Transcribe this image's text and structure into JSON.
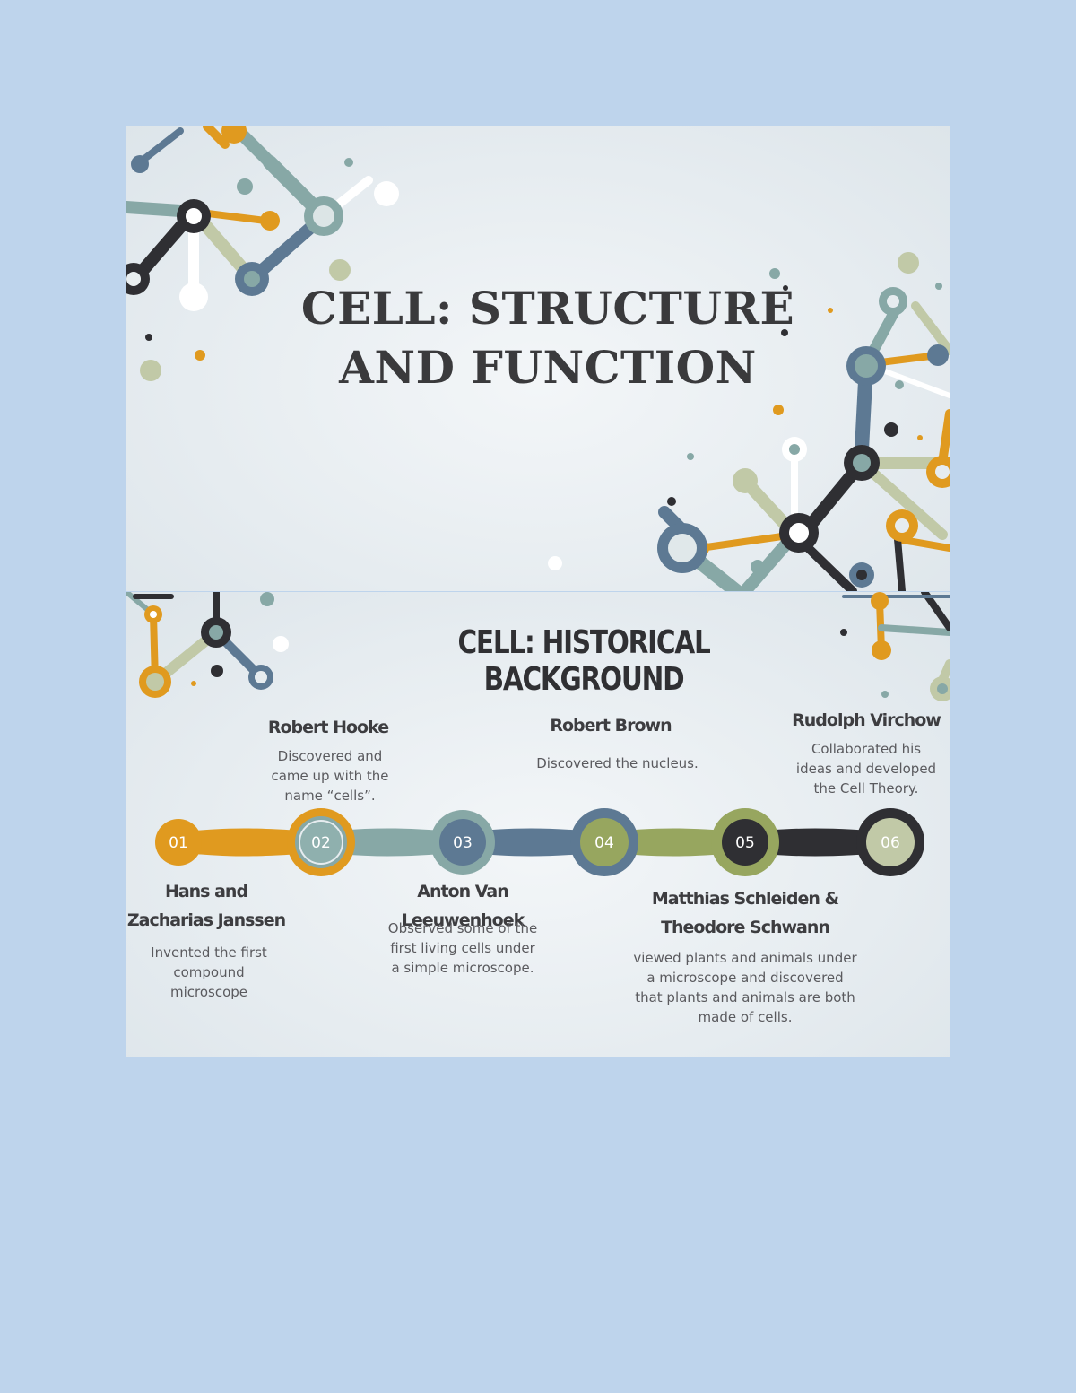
{
  "slide1": {
    "title_line1": "CELL: STRUCTURE",
    "title_line2": "AND FUNCTION"
  },
  "slide2": {
    "title": "CELL: HISTORICAL BACKGROUND",
    "steps": [
      {
        "num": "01",
        "name_line1": "Hans and",
        "name_line2": "Zacharias Janssen",
        "desc_lines": [
          "Invented the first",
          "compound",
          "microscope"
        ]
      },
      {
        "num": "02",
        "name_line1": "Robert Hooke",
        "name_line2": "",
        "desc_lines": [
          "Discovered and",
          "came up with the",
          "name “cells”."
        ]
      },
      {
        "num": "03",
        "name_line1": "Anton Van Leeuwenhoek",
        "name_line2": "",
        "desc_lines": [
          "Observed some of the",
          "first living cells under",
          "a simple microscope."
        ]
      },
      {
        "num": "04",
        "name_line1": "Robert Brown",
        "name_line2": "",
        "desc_lines": [
          "Discovered the nucleus."
        ]
      },
      {
        "num": "05",
        "name_line1": "Matthias Schleiden  &",
        "name_line2": "Theodore Schwann",
        "desc_lines": [
          "viewed plants and animals under",
          "a microscope and discovered",
          "that plants and animals are both",
          "made of cells."
        ]
      },
      {
        "num": "06",
        "name_line1": "Rudolph Virchow",
        "name_line2": "",
        "desc_lines": [
          "Collaborated his",
          "ideas and developed",
          "the  Cell Theory."
        ]
      }
    ]
  },
  "colors": {
    "background": "#bed4ec",
    "orange": "#e09a1f",
    "teal": "#87a8a6",
    "slate": "#5d7993",
    "olive": "#97a65f",
    "dark": "#2f2f33",
    "sage": "#c1c9a7"
  }
}
